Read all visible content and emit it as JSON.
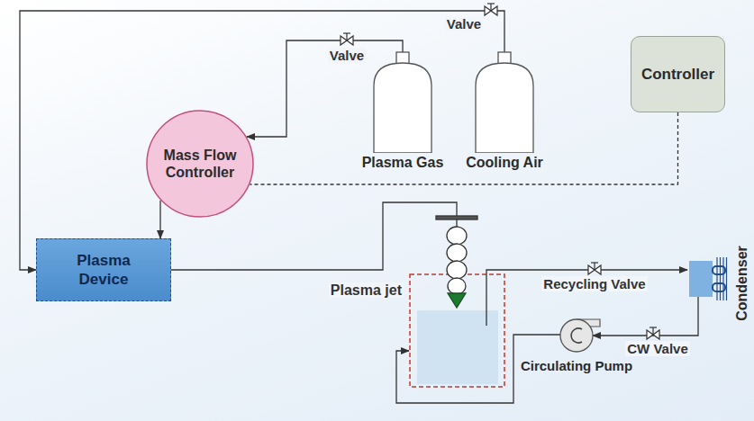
{
  "diagram": {
    "nodes": [
      {
        "text": [
          "Plasma Gas"
        ]
      },
      {
        "text": [
          "Cooling Air"
        ]
      },
      {
        "text": [
          "Controller"
        ]
      },
      {
        "text": [
          "Mass Flow Controller"
        ]
      },
      {
        "text": [
          "Plasma Device"
        ]
      },
      {
        "text": [
          "Condenser"
        ]
      },
      {
        "text": [
          "Circulating Pump"
        ]
      }
    ],
    "edges": [
      {
        "from": 1,
        "to": 4,
        "arrow": "to"
      },
      {
        "from": 0,
        "to": 3,
        "arrow": "to"
      },
      {
        "from": 2,
        "to": 3,
        "arrow": "none"
      },
      {
        "from": 3,
        "to": 4,
        "arrow": "to"
      },
      {
        "from": 5,
        "to": 6,
        "arrow": "to"
      }
    ],
    "labels": [
      "Valve",
      "Valve",
      "Plasma jet",
      "Recycling Valve",
      "CW Valve"
    ]
  }
}
